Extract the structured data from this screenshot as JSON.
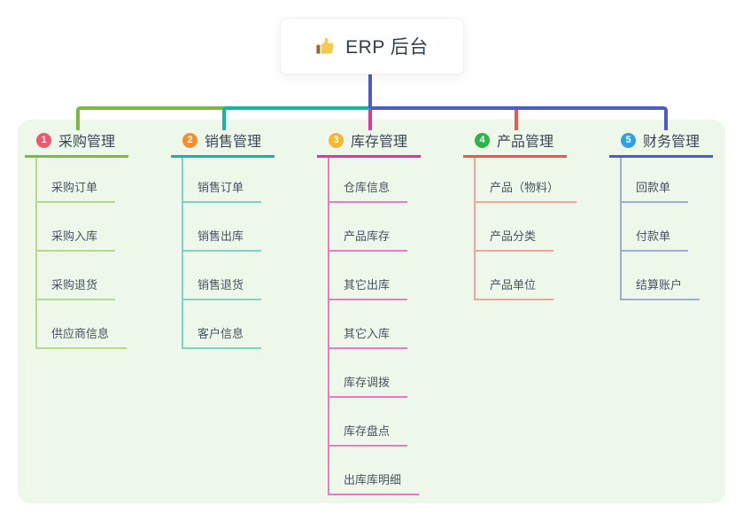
{
  "root": {
    "icon": "thumbs-up",
    "title": "ERP 后台",
    "line_color": "#4c5bc6"
  },
  "canvas": {
    "background": "#edf8ea"
  },
  "branches": [
    {
      "number": "1",
      "title": "采购管理",
      "badge_color": "#f4566e",
      "line_color": "#7db843",
      "light_color": "#b4da8b",
      "children": [
        "采购订单",
        "采购入库",
        "采购退货",
        "供应商信息"
      ]
    },
    {
      "number": "2",
      "title": "销售管理",
      "badge_color": "#f78f2d",
      "line_color": "#13b5a4",
      "light_color": "#7ed3c6",
      "children": [
        "销售订单",
        "销售出库",
        "销售退货",
        "客户信息"
      ]
    },
    {
      "number": "3",
      "title": "库存管理",
      "badge_color": "#f8b62d",
      "line_color": "#d9389f",
      "light_color": "#ee79c1",
      "children": [
        "仓库信息",
        "产品库存",
        "其它出库",
        "其它入库",
        "库存调拨",
        "库存盘点",
        "出库库明细"
      ]
    },
    {
      "number": "4",
      "title": "产品管理",
      "badge_color": "#2db54b",
      "line_color": "#f15549",
      "light_color": "#f8a29b",
      "children": [
        "产品（物料）",
        "产品分类",
        "产品单位"
      ]
    },
    {
      "number": "5",
      "title": "财务管理",
      "badge_color": "#2ea1e9",
      "line_color": "#4c5bc6",
      "light_color": "#9dabdf",
      "children": [
        "回款单",
        "付款单",
        "结算账户"
      ]
    }
  ]
}
